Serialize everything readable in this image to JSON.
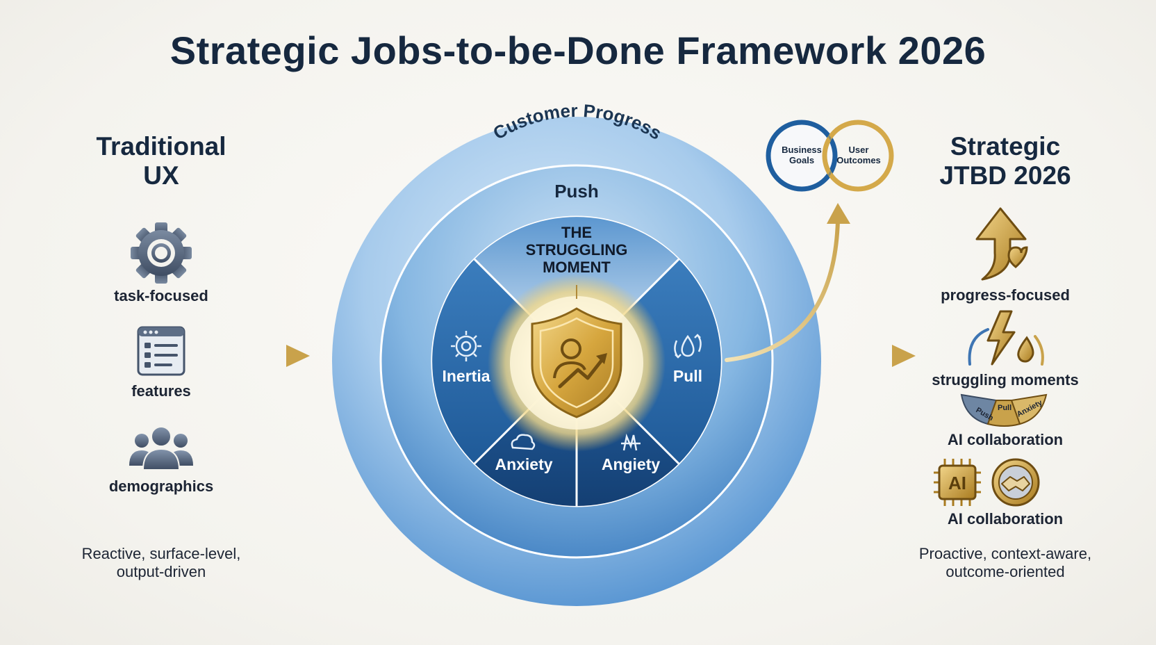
{
  "title": "Strategic Jobs-to-be-Done Framework 2026",
  "left": {
    "heading_line1": "Traditional",
    "heading_line2": "UX",
    "items": [
      {
        "label": "task-focused",
        "icon": "gear-icon"
      },
      {
        "label": "features",
        "icon": "feature-list-icon"
      },
      {
        "label": "demographics",
        "icon": "people-group-icon"
      }
    ],
    "footer_line1": "Reactive, surface-level,",
    "footer_line2": "output-driven"
  },
  "center": {
    "outer_ring_label": "Customer Progress",
    "push_label": "Push",
    "struggling_line1": "THE",
    "struggling_line2": "STRUGGLING",
    "struggling_line3": "MOMENT",
    "segments": [
      {
        "label": "Inertia",
        "icon": "gear-cycle-icon"
      },
      {
        "label": "Pull",
        "icon": "droplet-cycle-icon"
      },
      {
        "label": "Anxiety",
        "icon": "cloud-icon"
      },
      {
        "label": "Angiety",
        "icon": "spark-icon"
      }
    ],
    "core_icon": "shield-person-growth-icon"
  },
  "venn": {
    "left_line1": "Business",
    "left_line2": "Goals",
    "right_line1": "User",
    "right_line2": "Outcomes"
  },
  "right": {
    "heading_line1": "Strategic",
    "heading_line2": "JTBD 2026",
    "items": [
      {
        "label": "progress-focused",
        "icon": "arrow-up-heart-icon"
      },
      {
        "label": "struggling moments",
        "icon": "lightning-drop-icon"
      },
      {
        "label": "AI collaboration",
        "icon": "forces-wheel-icon"
      },
      {
        "label": "AI collaboration",
        "icon": "ai-chip-handshake-icon"
      }
    ],
    "wheel_labels": [
      "Push",
      "Pull",
      "Anxiety"
    ],
    "chip_label": "AI",
    "footer_line1": "Proactive, context-aware,",
    "footer_line2": "outcome-oriented"
  },
  "colors": {
    "title": "#16283f",
    "gold": "#d4a94a",
    "ring_light": "#a9cbea",
    "ring_mid": "#5a9bd1",
    "ring_dark": "#1f5e9f"
  }
}
